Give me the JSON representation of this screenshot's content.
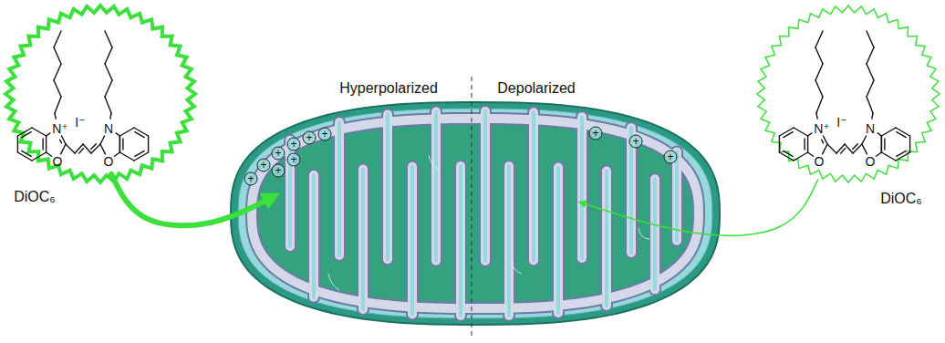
{
  "diagram": {
    "nodes": [
      {
        "text": [
          "N⁺",
          "I⁻",
          "N",
          "O",
          "O",
          "DiOC₆"
        ]
      },
      {
        "text": [
          "Hyperpolarized",
          "Depolarized",
          "+",
          "+",
          "+",
          "+",
          "+",
          "+",
          "+",
          "+",
          "+",
          "+",
          "+"
        ]
      },
      {
        "text": [
          "N⁺",
          "I⁻",
          "N",
          "O",
          "O",
          "DiOC₆"
        ]
      }
    ],
    "edges": [
      {
        "from": 0,
        "to": 1,
        "arrow": "to"
      },
      {
        "from": 2,
        "to": 1,
        "arrow": "to"
      }
    ]
  }
}
